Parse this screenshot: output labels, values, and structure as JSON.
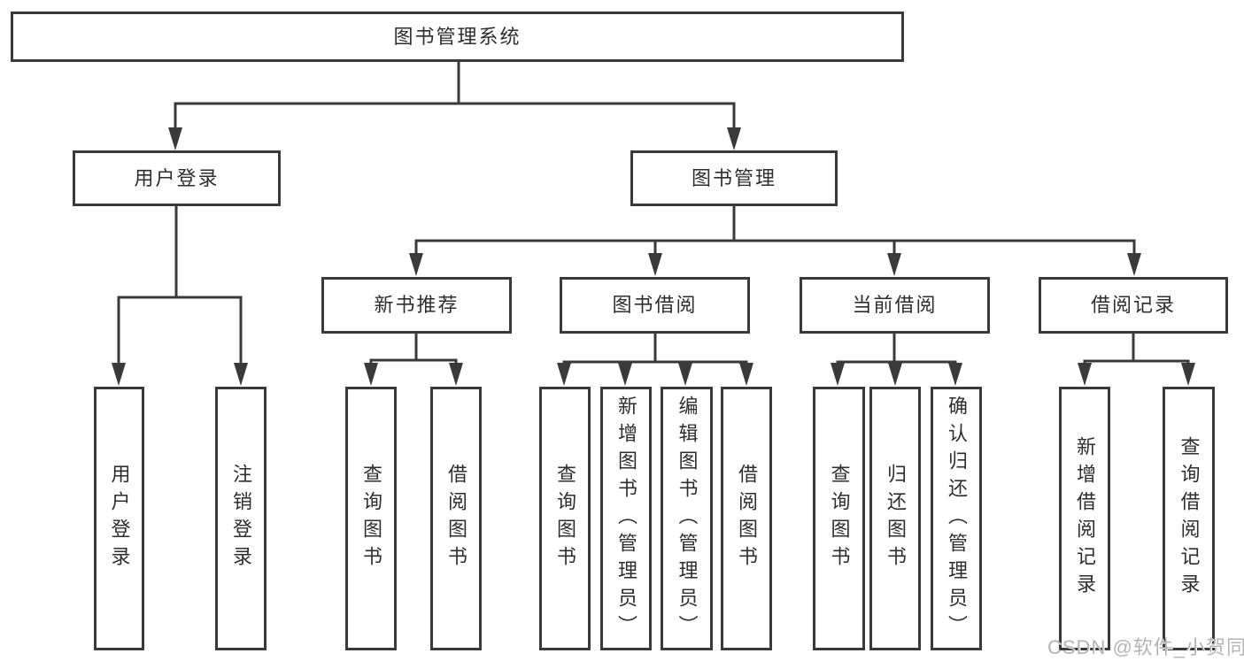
{
  "diagram": {
    "title_node": {
      "label": "图书管理系统"
    },
    "level2": [
      {
        "label": "用户登录"
      },
      {
        "label": "图书管理"
      }
    ],
    "level3": [
      {
        "label": "新书推荐"
      },
      {
        "label": "图书借阅"
      },
      {
        "label": "当前借阅"
      },
      {
        "label": "借阅记录"
      }
    ],
    "leaves": [
      {
        "label": "用户登录"
      },
      {
        "label": "注销登录"
      },
      {
        "label": "查询图书"
      },
      {
        "label": "借阅图书"
      },
      {
        "label": "查询图书"
      },
      {
        "label": "新增图书（管理员）"
      },
      {
        "label": "编辑图书（管理员）"
      },
      {
        "label": "借阅图书"
      },
      {
        "label": "查询图书"
      },
      {
        "label": "归还图书"
      },
      {
        "label": "确认归还（管理员）"
      },
      {
        "label": "新增借阅记录"
      },
      {
        "label": "查询借阅记录"
      }
    ]
  },
  "watermark": {
    "text": "CSDN @软件_小贺同学"
  },
  "colors": {
    "line": "#3a3a3a",
    "text": "#2e2e2e",
    "watermark": "#b4b4b4",
    "background": "#ffffff"
  }
}
